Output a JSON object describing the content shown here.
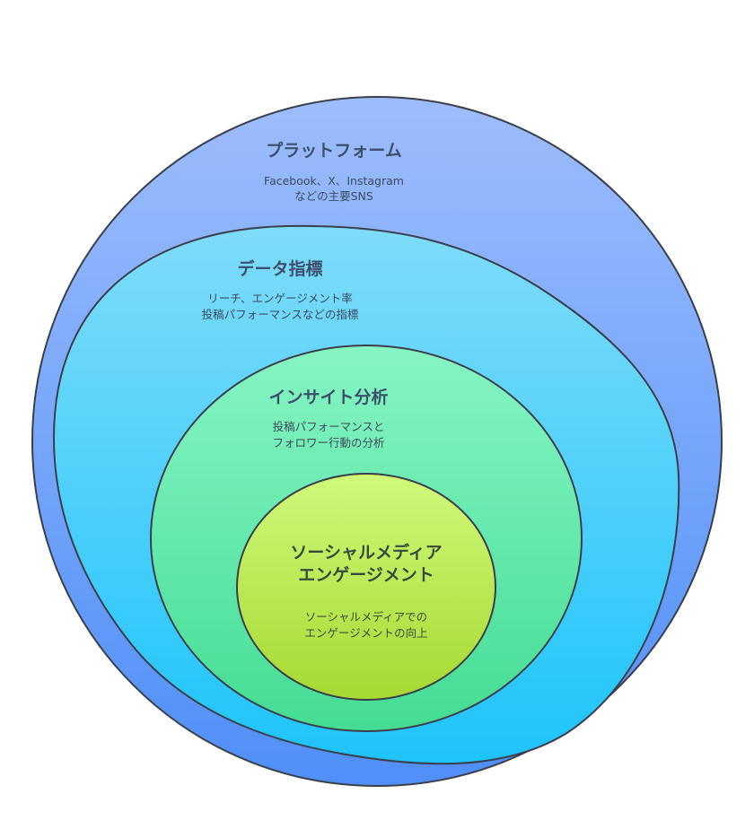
{
  "layers": [
    {
      "title": "プラットフォーム",
      "description": [
        "Facebook、X、Instagram",
        "などの主要SNS"
      ],
      "color_top": "#9dbdfd",
      "color_bottom": "#4f8ff8"
    },
    {
      "title": "データ指標",
      "description": [
        "リーチ、エンゲージメント率",
        "投稿パフォーマンスなどの指標"
      ],
      "color_top": "#7fdcfa",
      "color_bottom": "#1ec4fb"
    },
    {
      "title": "インサイト分析",
      "description": [
        "投稿パフォーマンスと",
        "フォロワー行動の分析"
      ],
      "color_top": "#86f5c4",
      "color_bottom": "#44dc94"
    },
    {
      "title": [
        "ソーシャルメディア",
        "エンゲージメント"
      ],
      "description": [
        "ソーシャルメディアでの",
        "エンゲージメントの向上"
      ],
      "color_top": "#d0f97a",
      "color_bottom": "#a6d932"
    }
  ]
}
